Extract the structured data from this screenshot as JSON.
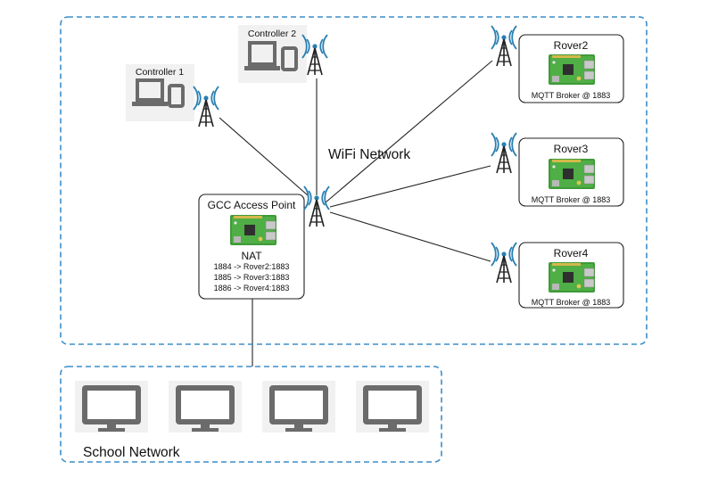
{
  "wifi_network": {
    "label": "WiFi Network"
  },
  "school_network": {
    "label": "School Network",
    "computer_count": 4
  },
  "controllers": [
    {
      "label": "Controller 1",
      "icon": "laptop-phone-icon"
    },
    {
      "label": "Controller 2",
      "icon": "laptop-phone-icon"
    }
  ],
  "access_point": {
    "title": "GCC Access Point",
    "nat_label": "NAT",
    "nat_rules": [
      "1884 -> Rover2:1883",
      "1885 -> Rover3:1883",
      "1886 -> Rover4:1883"
    ]
  },
  "rovers": [
    {
      "name": "Rover2",
      "broker": "MQTT Broker @ 1883"
    },
    {
      "name": "Rover3",
      "broker": "MQTT Broker @ 1883"
    },
    {
      "name": "Rover4",
      "broker": "MQTT Broker @ 1883"
    }
  ],
  "colors": {
    "network_border": "#3c8ec9",
    "antenna": "#2a7fb2",
    "device_gray": "#6b6b6b",
    "board_green": "#3f9a3a"
  }
}
